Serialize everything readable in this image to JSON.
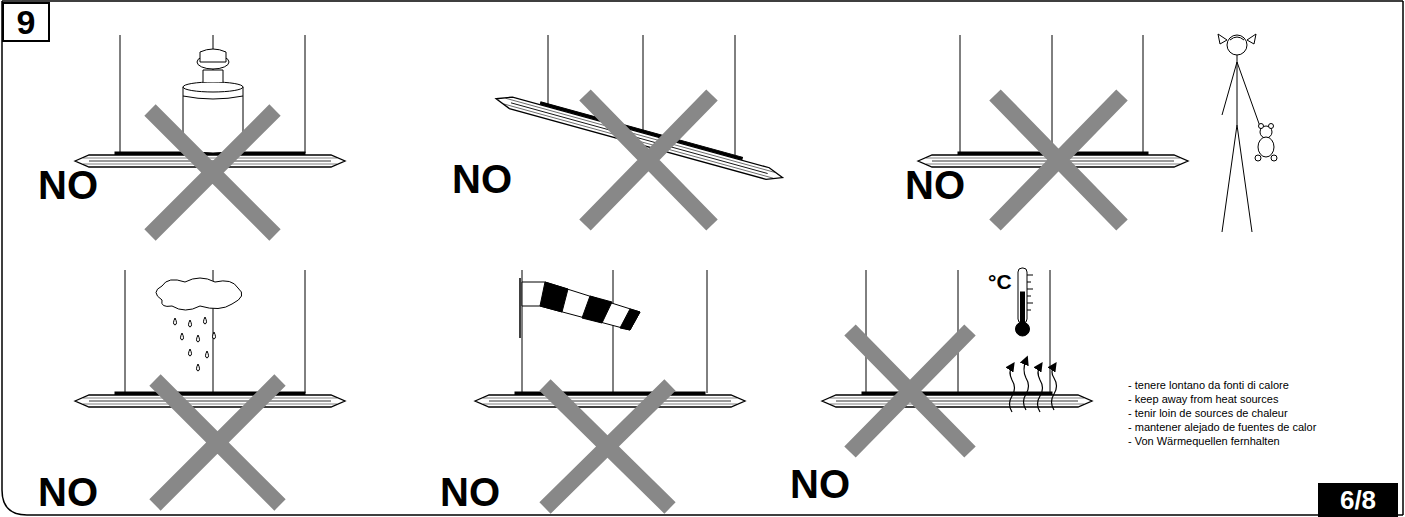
{
  "diagram": {
    "nodes": [
      {
        "text": [
          "9"
        ]
      },
      {
        "text": [
          "6/8"
        ]
      }
    ],
    "labels": [
      "NO",
      "NO",
      "NO",
      "NO",
      "NO",
      "NO",
      "°C",
      "- tenere lontano da fonti di calore",
      "- keep away from heat sources",
      "- tenir loin de sources de chaleur",
      "- mantener alejado de fuentes de calor",
      "- Von Wärmequellen fernhalten"
    ]
  }
}
